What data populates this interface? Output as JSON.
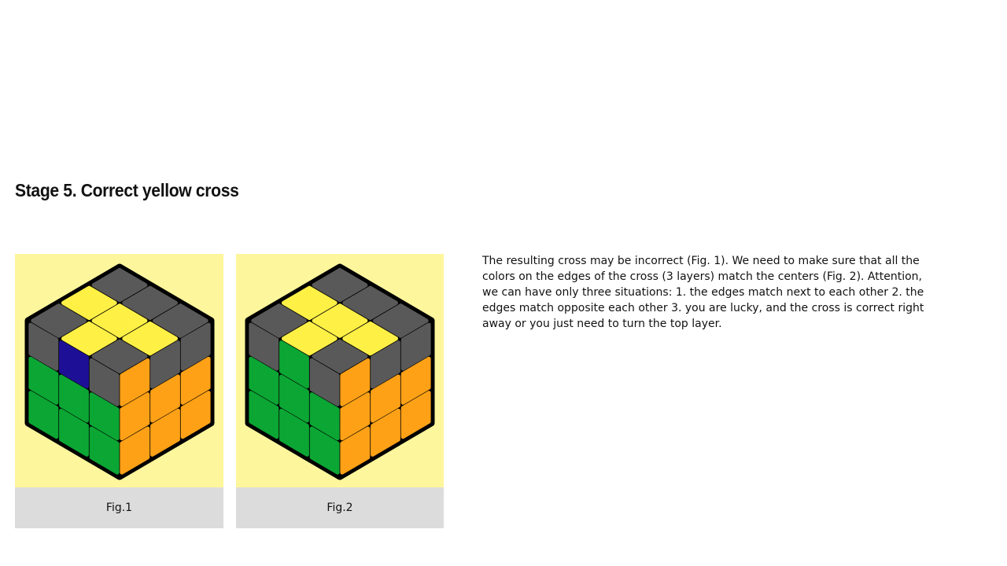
{
  "title": "Stage 5. Correct yellow cross",
  "figures": [
    {
      "caption": "Fig.1",
      "top": [
        "gray",
        "gray",
        "gray",
        "yellow",
        "yellow",
        "yellow",
        "gray",
        "yellow",
        "gray"
      ],
      "left": [
        "gray",
        "blue",
        "gray",
        "green",
        "green",
        "green",
        "green",
        "green",
        "green"
      ],
      "right": [
        "orange",
        "gray",
        "gray",
        "orange",
        "orange",
        "orange",
        "orange",
        "orange",
        "orange"
      ]
    },
    {
      "caption": "Fig.2",
      "top": [
        "gray",
        "gray",
        "gray",
        "yellow",
        "yellow",
        "yellow",
        "gray",
        "yellow",
        "gray"
      ],
      "left": [
        "gray",
        "green",
        "gray",
        "green",
        "green",
        "green",
        "green",
        "green",
        "green"
      ],
      "right": [
        "orange",
        "gray",
        "gray",
        "orange",
        "orange",
        "orange",
        "orange",
        "orange",
        "orange"
      ]
    }
  ],
  "description": "The resulting cross may be incorrect (Fig. 1). We need to make sure that all the colors on the edges of the cross (3 layers) match the centers (Fig. 2). Attention, we can have only three situations: 1. the edges match next to each other 2. the edges match opposite each other 3. you are lucky, and the cross is correct right away or you just need to turn the top layer.",
  "colors": {
    "gray": "#595959",
    "yellow": "#fff046",
    "green": "#0ba634",
    "orange": "#ffa116",
    "blue": "#1e1096",
    "outline": "#000000",
    "panel": "#fef69c"
  }
}
